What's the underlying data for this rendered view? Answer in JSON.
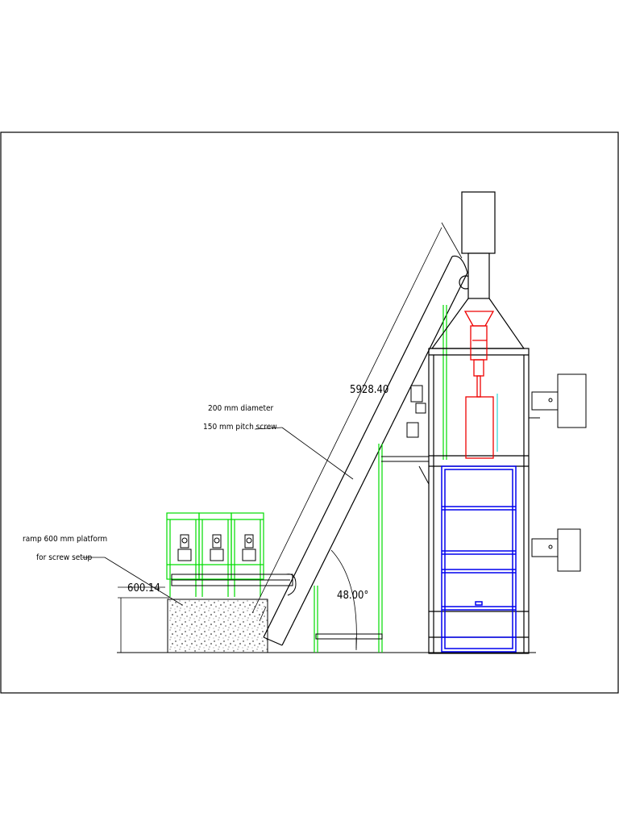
{
  "annotations": {
    "screw_line1": "200 mm diameter",
    "screw_line2": "150 mm pitch screw",
    "ramp_line1": "ramp 600 mm platform",
    "ramp_line2": "for screw setup"
  },
  "dimensions": {
    "conveyor_length": "5928.40",
    "platform_height": "600.14",
    "incline_angle": "48.00°"
  },
  "colors": {
    "frame": "#000000",
    "green_structure": "#00dd00",
    "blue_structure": "#0000ee",
    "red_hopper": "#ee0000",
    "cyan_line": "#00cccc"
  }
}
